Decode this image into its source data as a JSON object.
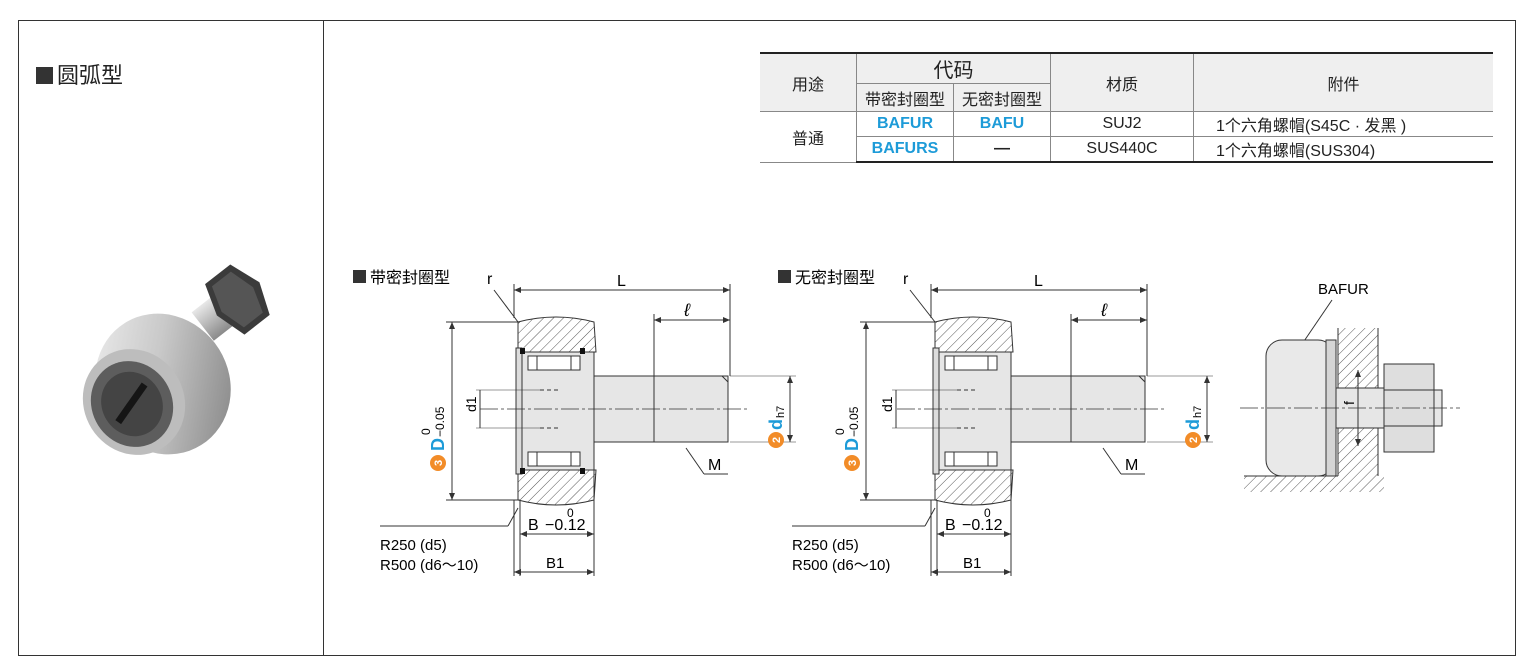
{
  "section_title": "圆弧型",
  "table": {
    "headers": {
      "usage": "用途",
      "code": "代码",
      "with_seal": "带密封圈型",
      "without_seal": "无密封圈型",
      "material": "材质",
      "accessory": "附件"
    },
    "rows": [
      {
        "usage": "普通",
        "with_seal": "BAFUR",
        "without_seal": "BAFU",
        "material": "SUJ2",
        "accessory": "1个六角螺帽(S45C · 发黑 )"
      },
      {
        "with_seal": "BAFURS",
        "without_seal": "—",
        "material": "SUS440C",
        "accessory": "1个六角螺帽(SUS304)"
      }
    ]
  },
  "diagrams": {
    "seal_title": "带密封圈型",
    "noseal_title": "无密封圈型",
    "install_label": "BAFUR",
    "dim_L": "L",
    "dim_l": "ℓ",
    "dim_r": "r",
    "dim_d1": "d1",
    "dim_M": "M",
    "dim_f": "f",
    "dim_D": "D",
    "dim_D_tol_upper": "0",
    "dim_D_tol_lower": "−0.05",
    "dim_d": "d",
    "dim_d_sub": "h7",
    "dim_B": "B",
    "dim_B_tol_upper": "0",
    "dim_B_tol_lower": "−0.12",
    "dim_B1": "B1",
    "circle_2": "2",
    "circle_3": "3",
    "radius_line1": "R250 (d5)",
    "radius_line2": "R500 (d6～10)"
  },
  "colors": {
    "accent_blue": "#1d9bd8",
    "accent_orange": "#f28c28"
  }
}
